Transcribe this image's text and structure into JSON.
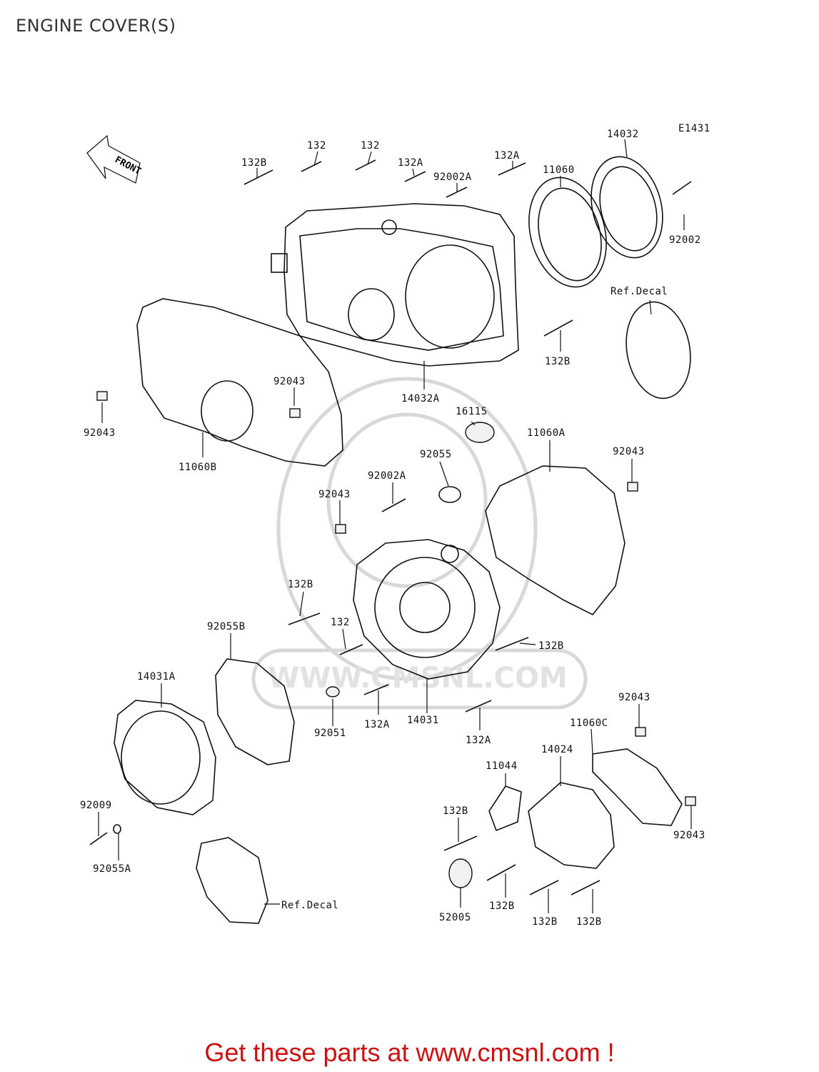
{
  "page": {
    "title": "ENGINE COVER(S)",
    "cta": "Get these parts at www.cmsnl.com !"
  },
  "diagram": {
    "code": "E1431",
    "front_arrow": "FRONT",
    "watermark": "WWW.CMSNL.COM",
    "labels": {
      "l1": "132B",
      "l2": "132",
      "l3": "132",
      "l4": "132A",
      "l5": "92002A",
      "l6": "132A",
      "l7": "11060",
      "l8": "14032",
      "l9": "92002",
      "l10": "Ref.Decal",
      "l11": "132B",
      "l12": "92043",
      "l13": "14032A",
      "l14": "92043",
      "l15": "11060B",
      "l16": "16115",
      "l17": "11060A",
      "l18": "92055",
      "l19": "92043",
      "l20": "92002A",
      "l21": "92043",
      "l22": "132B",
      "l23": "132",
      "l24": "132B",
      "l25": "92055B",
      "l26": "14031A",
      "l27": "92051",
      "l28": "132A",
      "l29": "14031",
      "l30": "132A",
      "l31": "92043",
      "l32": "11060C",
      "l33": "14024",
      "l34": "11044",
      "l35": "92009",
      "l36": "132B",
      "l37": "92043",
      "l38": "92055A",
      "l39": "52005",
      "l40": "132B",
      "l41": "132B",
      "l42": "132B",
      "l43": "Ref.Decal"
    }
  },
  "colors": {
    "cta": "#cc1111",
    "line": "#111111",
    "watermark": "#d8d8d8"
  }
}
